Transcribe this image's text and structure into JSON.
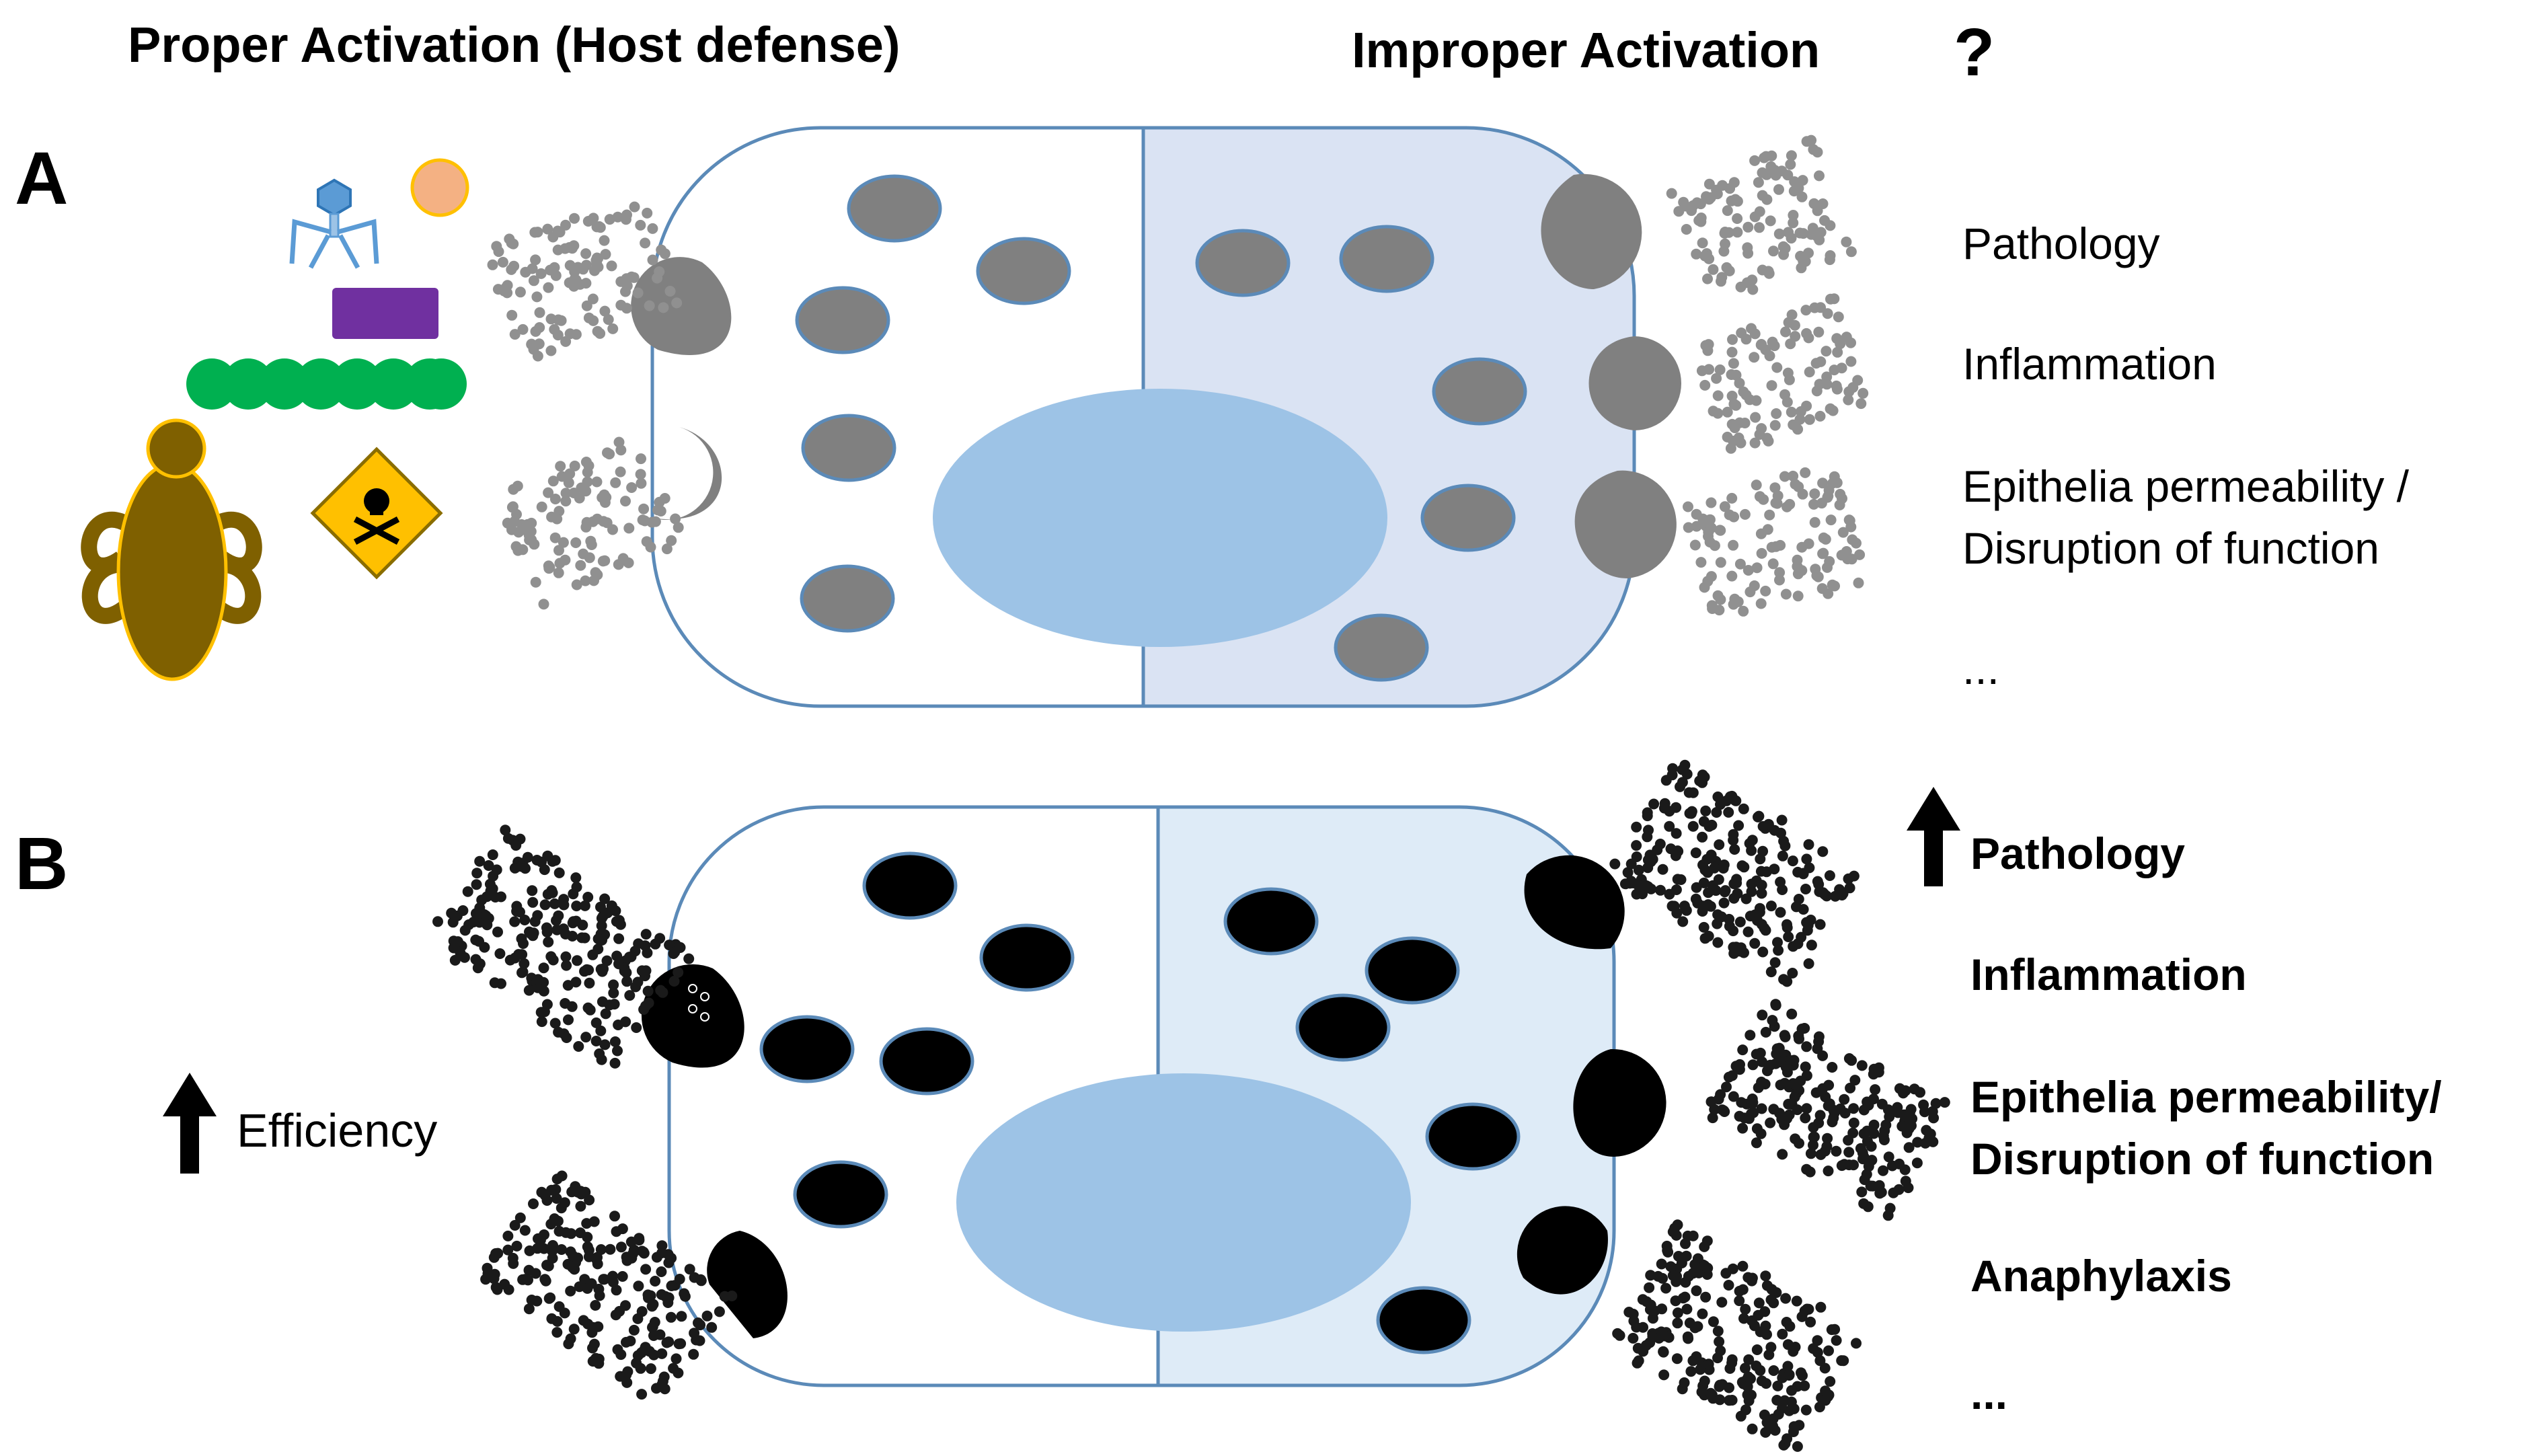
{
  "header": {
    "left": "Proper  Activation  (Host defense)",
    "right": "Improper Activation",
    "question": "?"
  },
  "panel_a": {
    "label": "A",
    "outcomes": [
      "Pathology",
      "Inflammation",
      "Epithelia permeability /",
      "Disruption of function",
      "..."
    ]
  },
  "panel_b": {
    "label": "B",
    "efficiency": "Efficiency",
    "outcomes": [
      "Pathology",
      "Inflammation",
      "Epithelia permeability/",
      "Disruption of function",
      "Anaphylaxis",
      "..."
    ]
  },
  "colors": {
    "cell_left_fill": "#ffffff",
    "cell_right_fill_a": "#dae3f3",
    "cell_right_fill_b": "#deebf7",
    "cell_outline": "#5b8ab8",
    "nucleus": "#9dc3e6",
    "granule_a": "#808080",
    "granule_b": "#000000",
    "mediator_a": "#909090",
    "mediator_b": "#1a1a1a",
    "virus": "#5b9bd5",
    "cell_dot": "#f4b183",
    "protein": "#7030a0",
    "bacteria_chain": "#00b050",
    "insect": "#7f6000",
    "toxin_sign": "#ffc000"
  },
  "icons": [
    "virus-icon",
    "pollen-cell-icon",
    "protein-block-icon",
    "bacteria-chain-icon",
    "mite-icon",
    "toxin-sign-icon",
    "up-arrow-icon"
  ]
}
